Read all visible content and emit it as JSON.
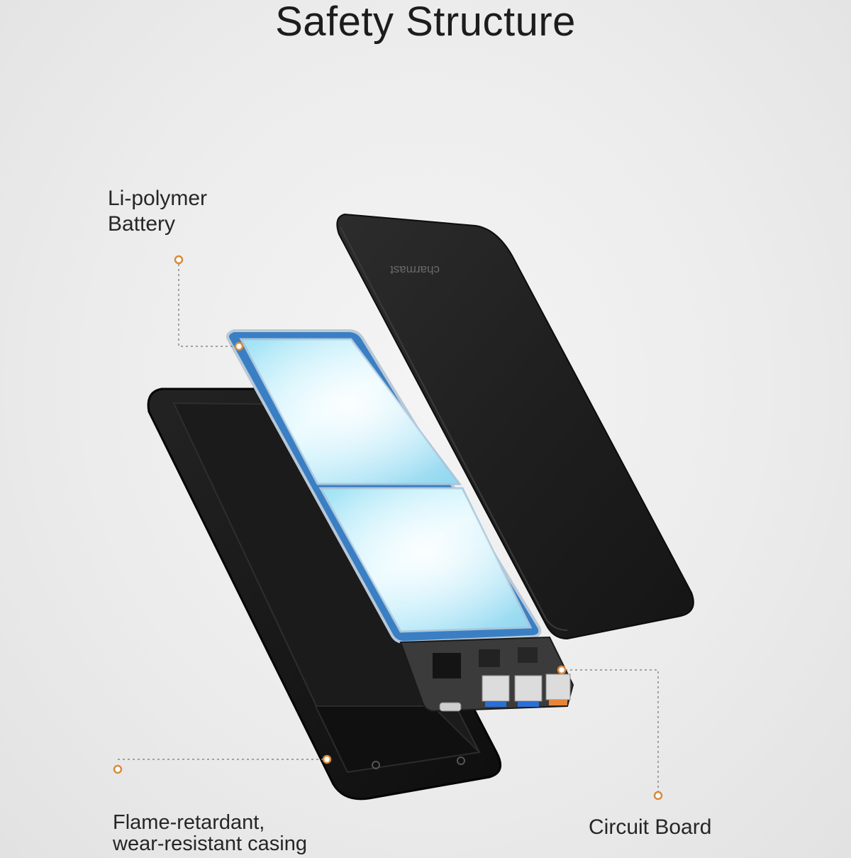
{
  "title": "Safety Structure",
  "labels": {
    "battery": {
      "line1": "Li-polymer",
      "line2": "Battery"
    },
    "casing": {
      "line1": "Flame-retardant,",
      "line2": "wear-resistant casing"
    },
    "board": {
      "line1": "Circuit Board"
    }
  },
  "brand_text": "charmast",
  "colors": {
    "callout": "#d98a3a",
    "battery_glow": "#c9f4ff",
    "battery_edge": "#3a7fc4",
    "casing": "#141414",
    "cover": "#1e1e1e",
    "usb_blue": "#2a6fd6",
    "usb_orange": "#e8843a"
  }
}
